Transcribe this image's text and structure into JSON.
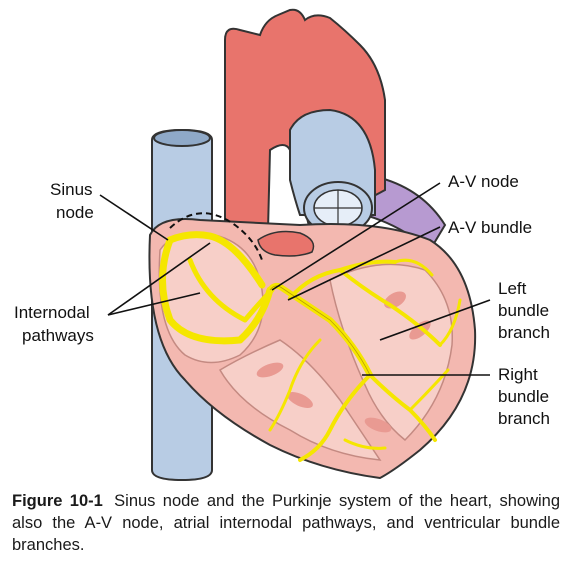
{
  "labels": {
    "sinus_node": [
      "Sinus",
      "node"
    ],
    "internodal_pathways": [
      "Internodal",
      "pathways"
    ],
    "av_node": [
      "A-V node"
    ],
    "av_bundle": [
      "A-V bundle"
    ],
    "left_bundle_branch": [
      "Left",
      "bundle",
      "branch"
    ],
    "right_bundle_branch": [
      "Right",
      "bundle",
      "branch"
    ]
  },
  "caption": {
    "figure_label": "Figure 10-1",
    "text": "Sinus node and the Purkinje system of the heart, showing also the A-V node, atrial internodal pathways, and ventricular bundle branches."
  },
  "colors": {
    "aorta": "#e8746c",
    "vena_cava": "#b8cce4",
    "heart_muscle": "#f3b8b0",
    "chamber": "#f7cfc8",
    "conduction": "#f5e600",
    "pulmonary_vein": "#b79ad1",
    "outline": "#333333"
  }
}
